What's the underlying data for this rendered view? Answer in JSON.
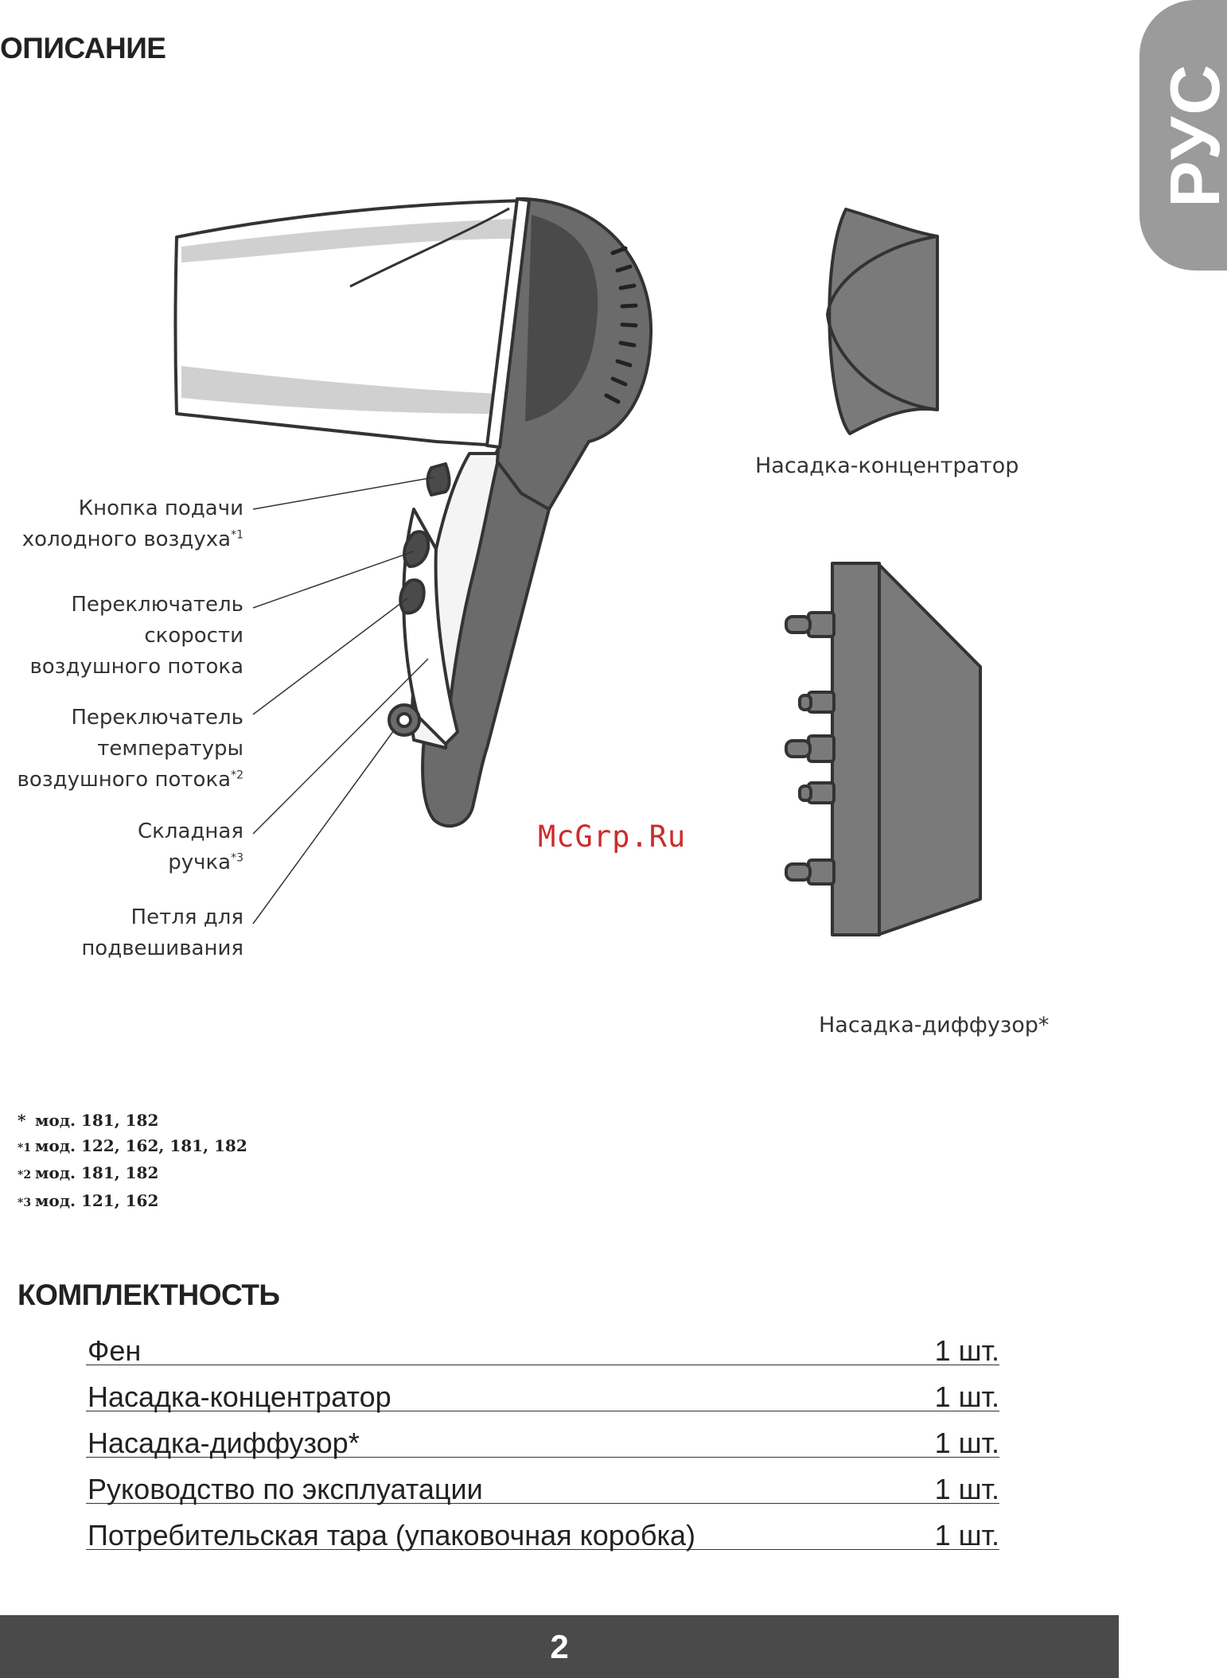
{
  "header": {
    "title": "ОПИСАНИЕ"
  },
  "language_tab": {
    "label": "РУС"
  },
  "diagram": {
    "callouts": [
      {
        "line1": "Кнопка подачи",
        "line2": "холодного воздуха",
        "mark": "*1"
      },
      {
        "line1": "Переключатель",
        "line2": "скорости",
        "line3": "воздушного потока"
      },
      {
        "line1": "Переключатель",
        "line2": "температуры",
        "line3": "воздушного потока",
        "mark": "*2"
      },
      {
        "line1": "Складная",
        "line2": "ручка",
        "mark": "*3"
      },
      {
        "line1": "Петля для",
        "line2": "подвешивания"
      }
    ],
    "concentrator_caption": "Насадка-концентратор",
    "diffuser_caption": "Насадка-диффузор*"
  },
  "watermark": "McGrp.Ru",
  "footnotes": [
    {
      "mark": "*",
      "text": "мод. 181, 182"
    },
    {
      "mark": "*1",
      "text": "мод. 122, 162, 181, 182"
    },
    {
      "mark": "*2",
      "text": "мод. 181, 182"
    },
    {
      "mark": "*3",
      "text": "мод. 121, 162"
    }
  ],
  "kit": {
    "title": "КОМПЛЕКТНОСТЬ",
    "items": [
      {
        "name": "Фен",
        "qty": "1 шт."
      },
      {
        "name": "Насадка-концентратор",
        "qty": "1 шт."
      },
      {
        "name": "Насадка-диффузор*",
        "qty": "1 шт."
      },
      {
        "name": "Руководство по эксплуатации",
        "qty": "1 шт."
      },
      {
        "name": "Потребительская тара (упаковочная коробка)",
        "qty": "1 шт."
      }
    ]
  },
  "footer": {
    "page_number": "2"
  },
  "colors": {
    "tab_gray": "#9b9b9b",
    "footer_dark": "#4a4a4a",
    "device_dark": "#6b6b6b",
    "watermark_red": "#cc2b2b"
  },
  "icons": [
    "hair-dryer-illustration",
    "concentrator-nozzle-illustration",
    "diffuser-nozzle-illustration"
  ]
}
